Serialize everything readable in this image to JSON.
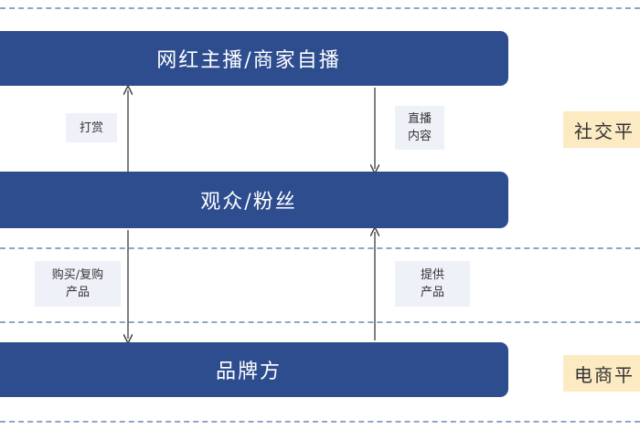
{
  "bars": {
    "top": "网红主播/商家自播",
    "middle": "观众/粉丝",
    "bottom": "品牌方"
  },
  "labels": {
    "reward": "打赏",
    "live_content": "直播\n内容",
    "buy": "购买/复购\n产品",
    "supply": "提供\n产品"
  },
  "platforms": {
    "social": "社交平",
    "ecommerce": "电商平"
  },
  "colors": {
    "bar": "#2e4d8f",
    "platform": "#fcebc2",
    "label_bg": "#eef1f7",
    "dash": "#8fa6c4"
  }
}
